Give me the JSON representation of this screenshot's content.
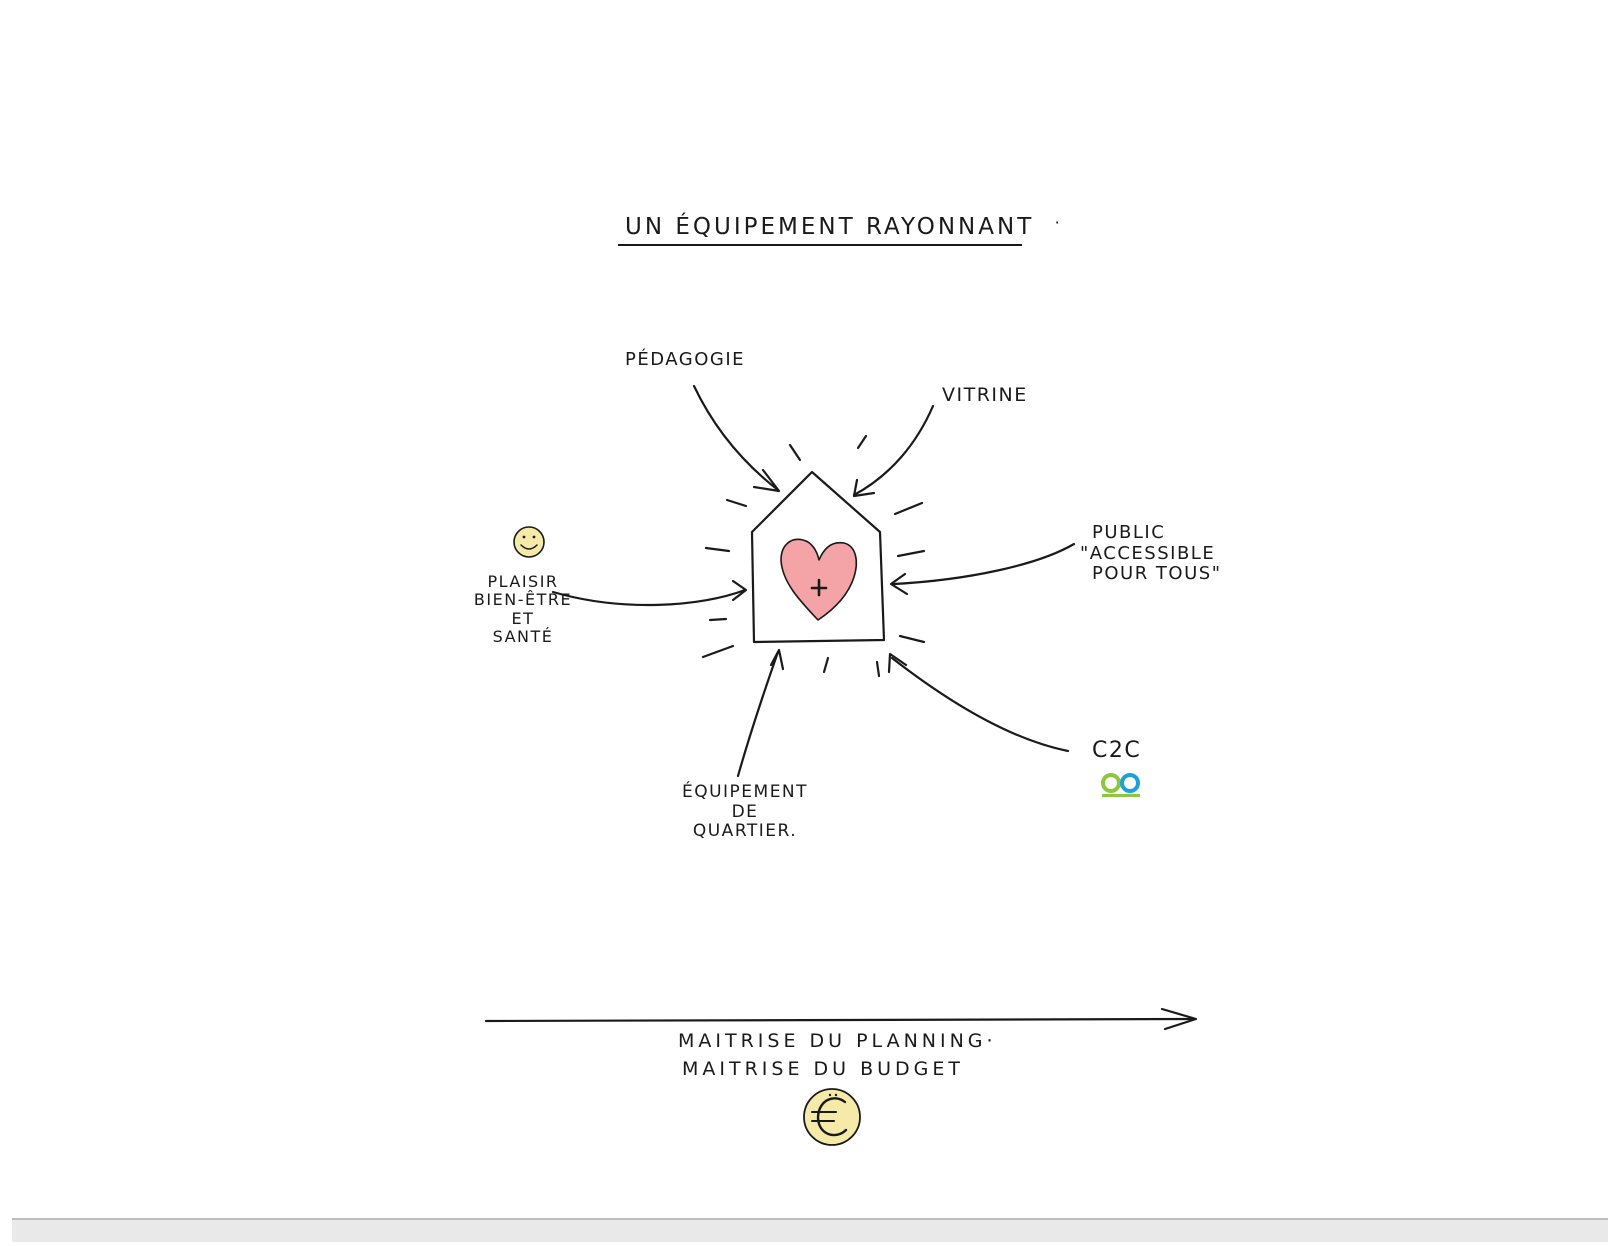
{
  "title": "UN ÉQUIPEMENT RAYONNANT",
  "title_dot": "·",
  "labels": {
    "pedagogie": "PÉDAGOGIE",
    "vitrine": "VITRINE",
    "public_line1": "PUBLIC",
    "public_line2": "\"ACCESSIBLE",
    "public_line3": "POUR TOUS\"",
    "plaisir_line1": "PLAISIR",
    "plaisir_line2": "BIEN-ÊTRE",
    "plaisir_line3": "ET",
    "plaisir_line4": "SANTÉ",
    "quartier_line1": "ÉQUIPEMENT",
    "quartier_line2": "DE",
    "quartier_line3": "QUARTIER.",
    "c2c": "C2C",
    "planning": "MAITRISE DU PLANNING·",
    "budget": "MAITRISE DU BUDGET"
  },
  "icons": {
    "center": "heart-plus-icon",
    "plaisir": "smiley-icon",
    "c2c": "cradle-to-cradle-logo",
    "budget": "euro-coin-icon"
  },
  "colors": {
    "ink": "#1a1a1a",
    "heart_fill": "#f4a3a6",
    "yellow_fill": "#f5eaa8",
    "c2c_green": "#8dc63f",
    "c2c_blue": "#1ba1dc"
  }
}
